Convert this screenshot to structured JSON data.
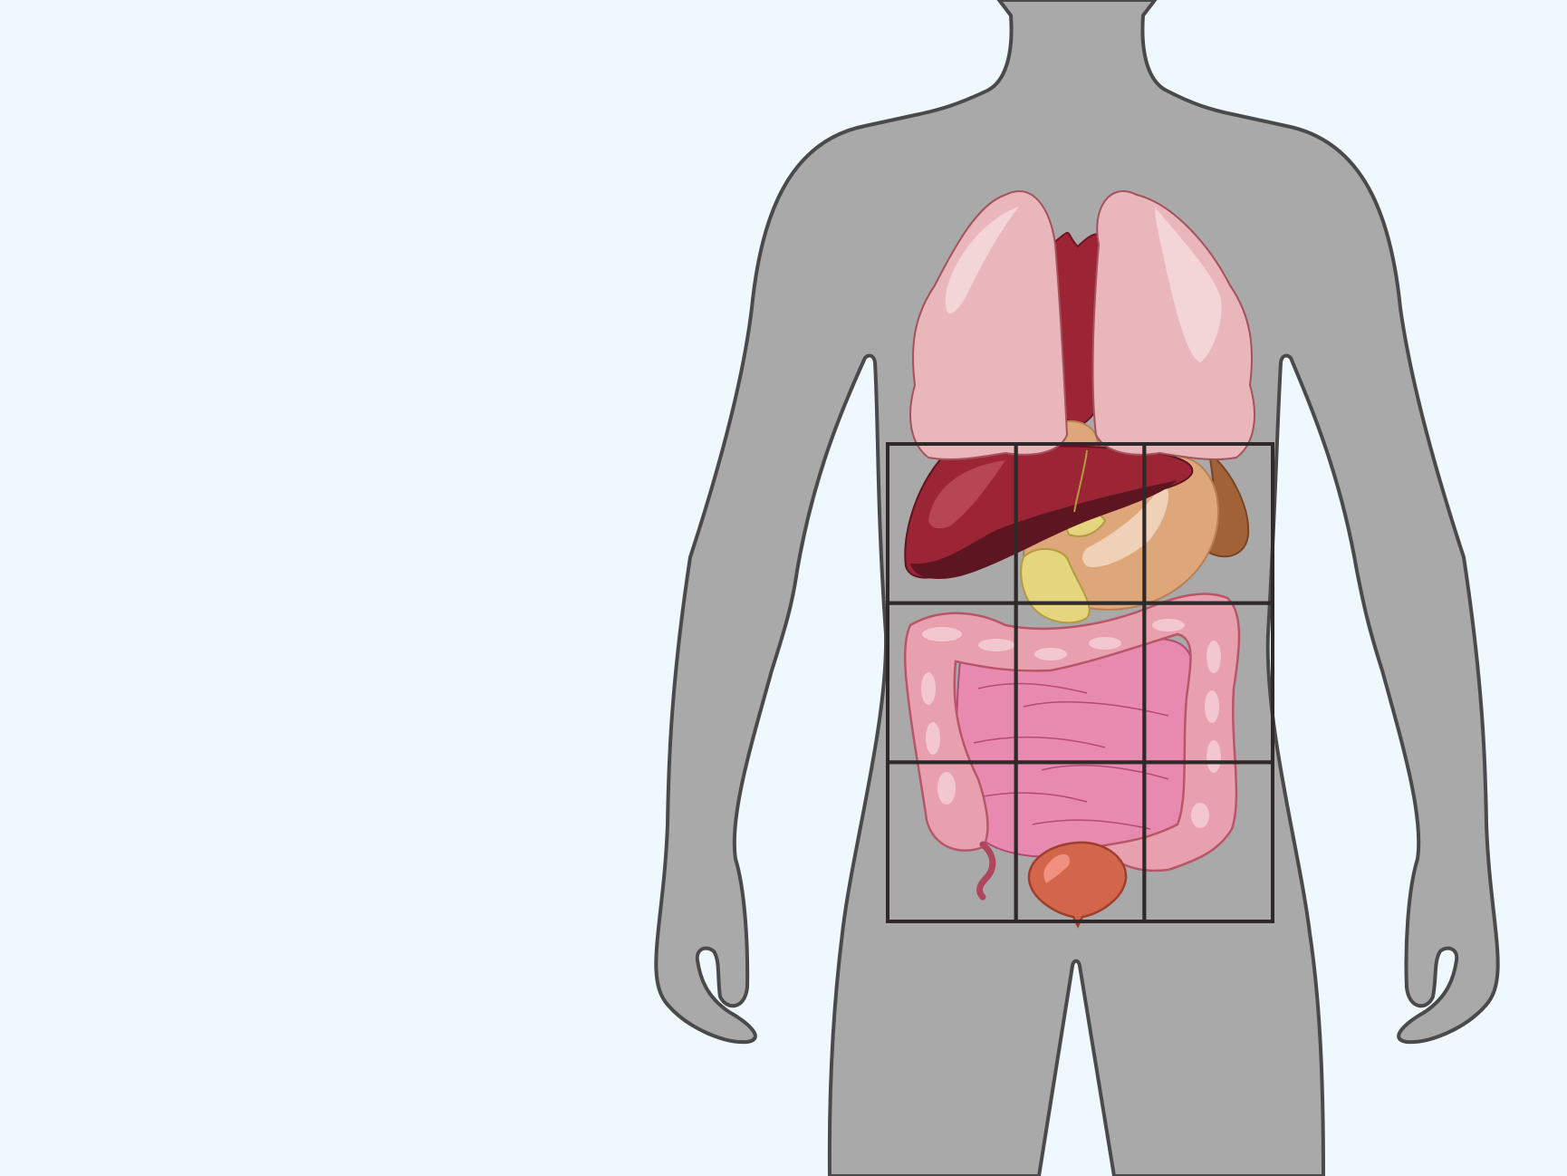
{
  "colors": {
    "background": "#eff8fd",
    "body_fill": "#a9a9a9",
    "body_outline": "#4a4a4a",
    "grid_line": "#2e2a2a",
    "lung": "#e8b6bb",
    "lung_highlight": "#f3d4d7",
    "heart": "#9c2434",
    "liver": "#9b2534",
    "liver_dark": "#5d1521",
    "stomach": "#dea77a",
    "stomach_highlight": "#f1d0b8",
    "gallbladder": "#e5d67e",
    "spleen": "#a06236",
    "colon": "#e9a0ae",
    "colon_highlight": "#f3c7cf",
    "small_intestine": "#e88aaf",
    "bladder": "#d2654a"
  },
  "diagram": {
    "subject": "anterior-human-torso",
    "regions": {
      "rows": 3,
      "columns": 3
    },
    "organs": [
      "lungs",
      "heart",
      "liver",
      "gallbladder",
      "stomach",
      "spleen",
      "pancreas",
      "large-intestine",
      "small-intestine",
      "appendix",
      "bladder"
    ]
  }
}
